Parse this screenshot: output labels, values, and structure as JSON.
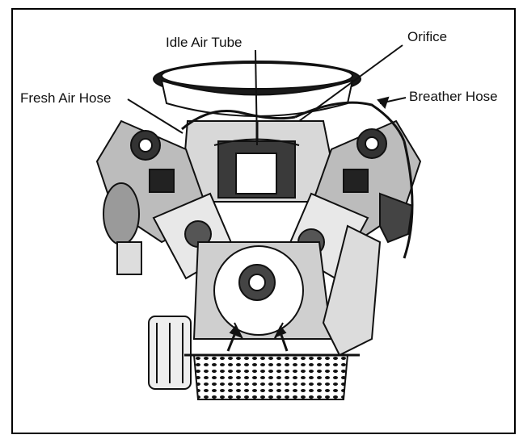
{
  "diagram": {
    "labels": {
      "idle_air_tube": "Idle Air Tube",
      "orifice": "Orifice",
      "fresh_air_hose": "Fresh Air Hose",
      "breather_hose": "Breather Hose"
    }
  },
  "colors": {
    "ink": "#111111",
    "paper": "#ffffff"
  }
}
